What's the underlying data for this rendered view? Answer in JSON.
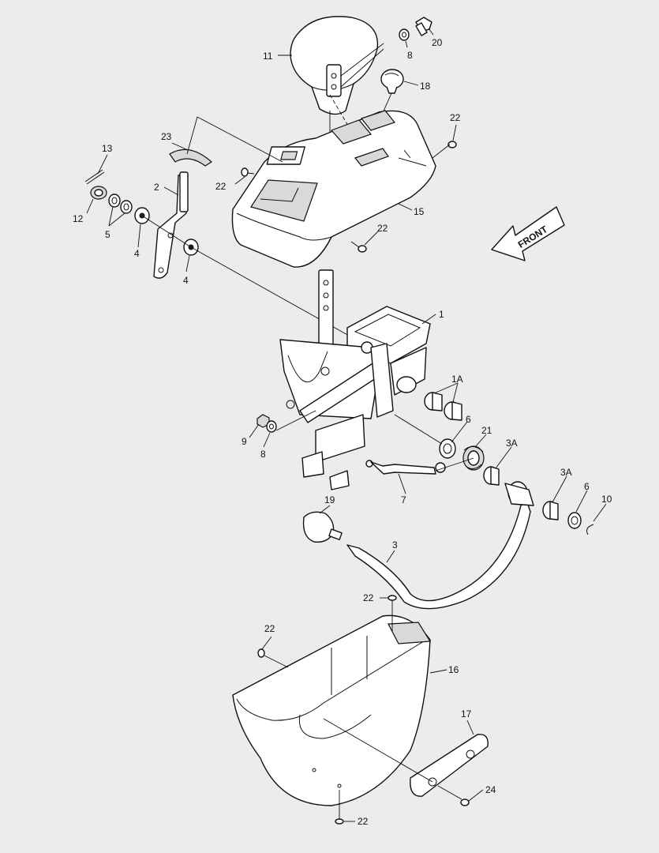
{
  "callouts": {
    "c1": "1",
    "c1a": "1A",
    "c2": "2",
    "c3": "3",
    "c3a_1": "3A",
    "c3a_2": "3A",
    "c4_1": "4",
    "c4_2": "4",
    "c5": "5",
    "c6_1": "6",
    "c6_2": "6",
    "c7": "7",
    "c8_1": "8",
    "c8_2": "8",
    "c9": "9",
    "c10": "10",
    "c11": "11",
    "c12": "12",
    "c13": "13",
    "c15": "15",
    "c16": "16",
    "c17": "17",
    "c18": "18",
    "c19": "19",
    "c20": "20",
    "c21": "21",
    "c22_1": "22",
    "c22_2": "22",
    "c22_3": "22",
    "c22_4": "22",
    "c22_5": "22",
    "c22_6": "22",
    "c23": "23",
    "c24": "24"
  },
  "front_arrow": {
    "label": "FRONT"
  }
}
